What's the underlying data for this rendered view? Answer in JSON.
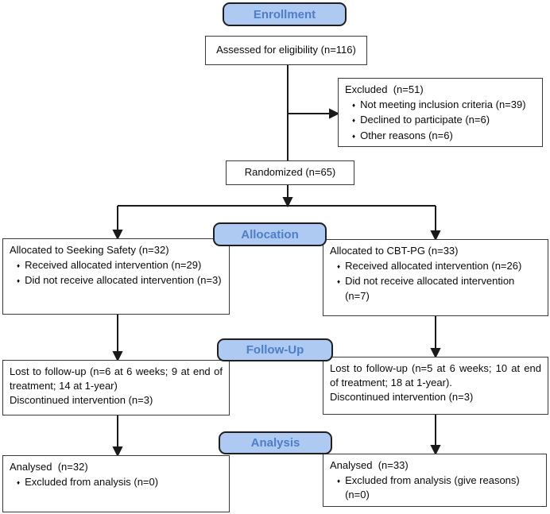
{
  "stage_labels": {
    "enrollment": "Enrollment",
    "allocation": "Allocation",
    "follow_up": "Follow-Up",
    "analysis": "Analysis"
  },
  "colors": {
    "stage_fill": "#aecaf2",
    "stage_text": "#4d7ec7",
    "stage_border": "#1f1f1f",
    "box_border": "#3a3a3a",
    "connector": "#1a1a1a"
  },
  "bullet_glyph": "♦",
  "boxes": {
    "assessed": {
      "text": "Assessed for eligibility (n=116)"
    },
    "excluded": {
      "title": "Excluded  (n=51)",
      "bullets": [
        "Not meeting inclusion criteria (n=39)",
        "Declined to participate (n=6)",
        "Other reasons (n=6)"
      ]
    },
    "randomized": {
      "text": "Randomized (n=65)"
    },
    "allocated_left": {
      "title": "Allocated to Seeking Safety (n=32)",
      "bullets": [
        "Received allocated intervention (n=29)",
        "Did not receive allocated intervention (n=3)"
      ]
    },
    "allocated_right": {
      "title": "Allocated to CBT-PG (n=33)",
      "bullets": [
        "Received allocated intervention (n=26)",
        "Did not receive allocated intervention (n=7)"
      ]
    },
    "followup_left": {
      "lines": [
        "Lost to follow-up (n=6 at 6 weeks; 9 at end of treatment; 14 at 1-year)",
        "Discontinued intervention (n=3)"
      ]
    },
    "followup_right": {
      "lines": [
        "Lost to follow-up (n=5 at 6 weeks; 10 at end of treatment; 18 at 1-year).",
        "Discontinued intervention (n=3)"
      ]
    },
    "analysed_left": {
      "title": "Analysed  (n=32)",
      "bullets": [
        "Excluded from analysis (n=0)"
      ]
    },
    "analysed_right": {
      "title": "Analysed  (n=33)",
      "bullets": [
        "Excluded from analysis (give reasons) (n=0)"
      ]
    }
  }
}
